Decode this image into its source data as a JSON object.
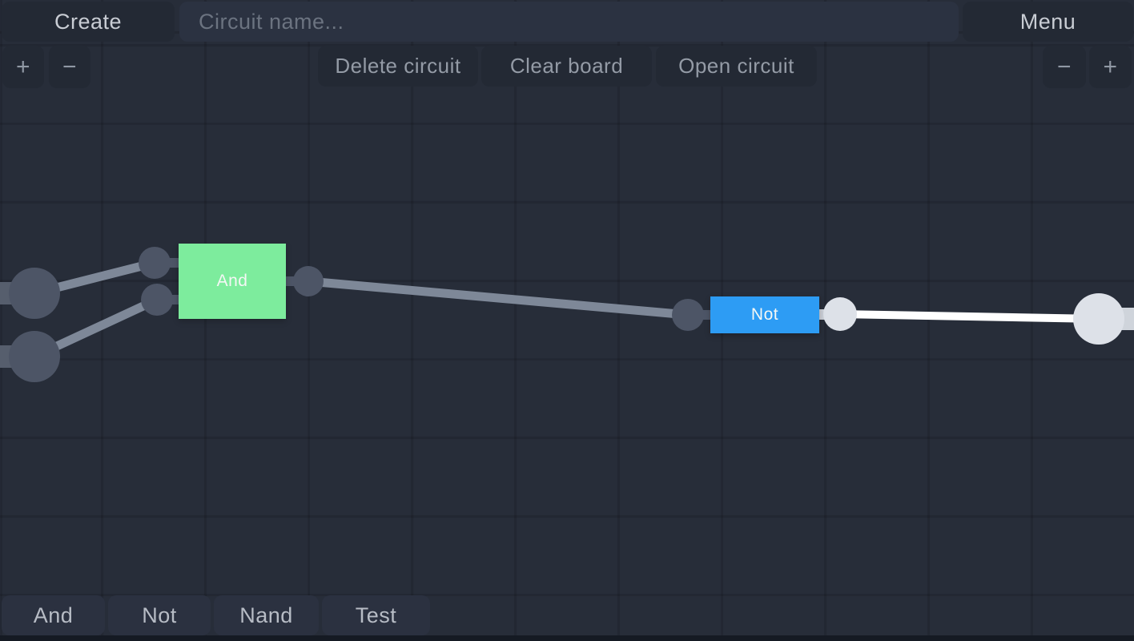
{
  "topbar": {
    "create_label": "Create",
    "circuit_name_placeholder": "Circuit name...",
    "menu_label": "Menu"
  },
  "zoom_controls": {
    "plus": "+",
    "minus": "−"
  },
  "toolbar": {
    "delete_label": "Delete circuit",
    "clear_label": "Clear board",
    "open_label": "Open circuit"
  },
  "palette": {
    "items": [
      {
        "label": "And"
      },
      {
        "label": "Not"
      },
      {
        "label": "Nand"
      },
      {
        "label": "Test"
      }
    ]
  },
  "circuit": {
    "gates": [
      {
        "type": "and",
        "label": "And",
        "color": "#7DEC9D"
      },
      {
        "type": "not",
        "label": "Not",
        "color": "#2D9CF4"
      }
    ],
    "colors": {
      "wire_off": "#7E8898",
      "wire_on": "#FFFFFF",
      "node_off": "#4D5566",
      "node_on": "#DDE1E8",
      "stub_off": "#565E6D",
      "stub_on": "#CFD4DB",
      "connector_on": "#C9CED6"
    }
  }
}
